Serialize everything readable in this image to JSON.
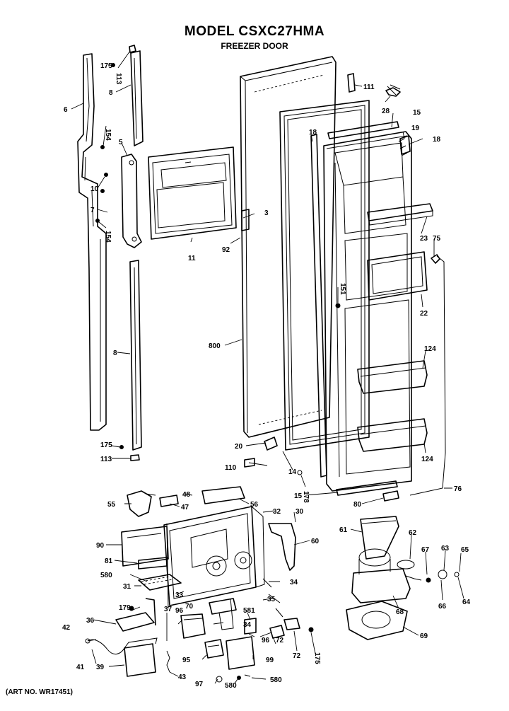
{
  "header": {
    "title": "MODEL CSXC27HMA",
    "subtitle": "FREEZER DOOR"
  },
  "footer": {
    "art_number": "(ART NO. WR17451)"
  },
  "callouts": [
    "175",
    "113",
    "8",
    "6",
    "154",
    "5",
    "10",
    "7",
    "154",
    "11",
    "3",
    "92",
    "800",
    "8",
    "175",
    "113",
    "111",
    "28",
    "15",
    "19",
    "18",
    "18",
    "23",
    "75",
    "151",
    "22",
    "124",
    "124",
    "20",
    "14",
    "110",
    "178",
    "15",
    "80",
    "76",
    "48",
    "55",
    "47",
    "56",
    "32",
    "30",
    "61",
    "62",
    "90",
    "60",
    "81",
    "580",
    "31",
    "33",
    "63",
    "65",
    "67",
    "66",
    "64",
    "68",
    "34",
    "35",
    "179",
    "70",
    "96",
    "37",
    "581",
    "34",
    "36",
    "96",
    "72",
    "175",
    "42",
    "72",
    "69",
    "41",
    "39",
    "95",
    "43",
    "99",
    "97",
    "580",
    "580"
  ]
}
